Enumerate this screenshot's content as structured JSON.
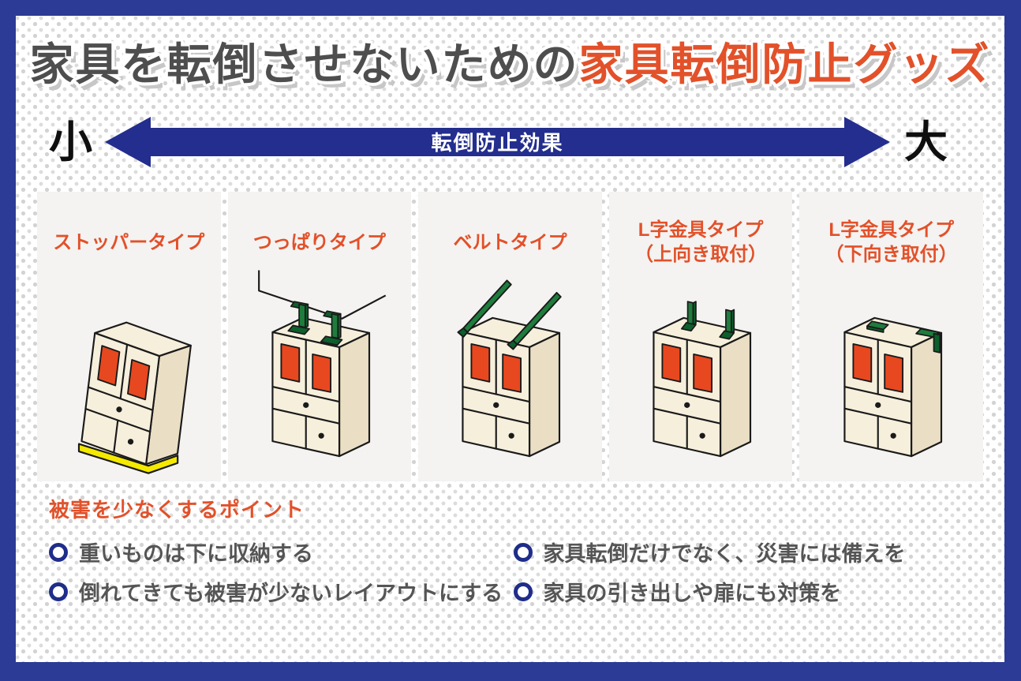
{
  "title": {
    "normal": "家具を転倒させないための",
    "highlight": "家具転倒防止グッズ"
  },
  "scale": {
    "left": "小",
    "right": "大",
    "arrow_label": "転倒防止効果"
  },
  "panels": [
    {
      "label": "ストッパータイプ",
      "label2": ""
    },
    {
      "label": "つっぱりタイプ",
      "label2": ""
    },
    {
      "label": "ベルトタイプ",
      "label2": ""
    },
    {
      "label": "L字金具タイプ",
      "label2": "（上向き取付）"
    },
    {
      "label": "L字金具タイプ",
      "label2": "（下向き取付）"
    }
  ],
  "points": {
    "heading": "被害を少なくするポイント",
    "left": [
      "重いものは下に収納する",
      "倒れてきても被害が少ないレイアウトにする"
    ],
    "right": [
      "家具転倒だけでなく、災害には備えを",
      "家具の引き出しや扉にも対策を"
    ]
  },
  "colors": {
    "border_blue": "#2c3b95",
    "arrow_blue": "#232e8e",
    "accent_orange": "#e2512a",
    "title_gray": "#4e4e4e",
    "text_gray": "#555555",
    "bullet_blue": "#1f2d8a",
    "panel_bg": "#f4f3f1",
    "cabinet_cream": "#f6efdc",
    "door_orange": "#e8481f",
    "fitting_green": "#1e7c3c",
    "fitting_green_dark": "#0d5f2c",
    "stopper_yellow": "#f4e900"
  }
}
